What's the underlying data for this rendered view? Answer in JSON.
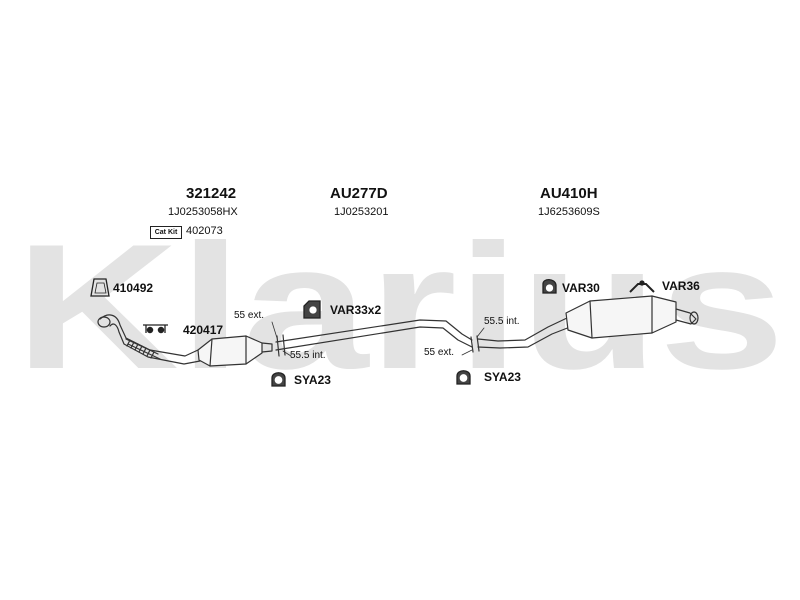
{
  "watermark": "Klarius",
  "colors": {
    "watermark": "#e3e3e3",
    "line": "#333333",
    "text": "#111111"
  },
  "sections": [
    {
      "part": "321242",
      "oem": "1J0253058HX",
      "catkit_label": "Cat Kit",
      "catkit_code": "402073"
    },
    {
      "part": "AU277D",
      "oem": "1J0253201"
    },
    {
      "part": "AU410H",
      "oem": "1J6253609S"
    }
  ],
  "accessories": [
    {
      "code": "410492",
      "icon": "gasket-icon"
    },
    {
      "code": "420417",
      "icon": "bracket-icon"
    },
    {
      "code": "VAR33x2",
      "icon": "rubber-mount-icon"
    },
    {
      "code": "VAR30",
      "icon": "rubber-ring-icon"
    },
    {
      "code": "VAR36",
      "icon": "hanger-icon"
    },
    {
      "code": "SYA23",
      "icon": "clamp-icon"
    },
    {
      "code": "SYA23",
      "icon": "clamp-icon"
    }
  ],
  "joint_notes": [
    "55 ext.",
    "55.5 int.",
    "55.5 int.",
    "55 ext."
  ]
}
